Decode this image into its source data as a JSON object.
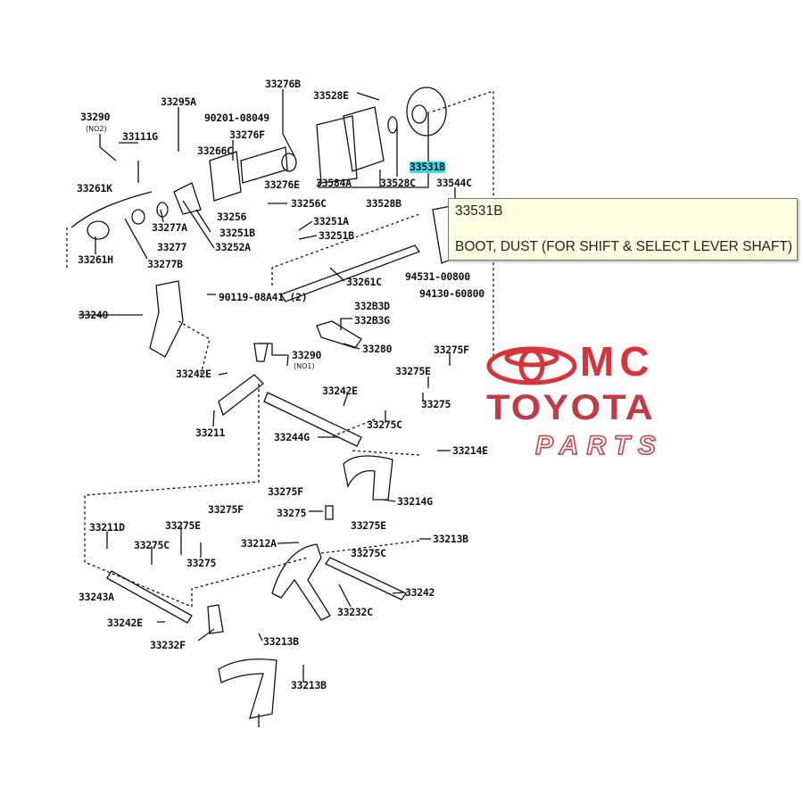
{
  "diagram": {
    "labels": [
      "33276B",
      "33528E",
      "33295A",
      "33290",
      "90201-08049",
      "33111G",
      "33276F",
      "33266C",
      "33531B",
      "33276E",
      "33584A",
      "33528C",
      "33544C",
      "33261K",
      "33256C",
      "33528B",
      "33256",
      "33251A",
      "33277A",
      "33251B",
      "33251B",
      "33277",
      "33252A",
      "33261H",
      "33277B",
      "94531-00800",
      "33261C",
      "94130-60800",
      "90119-08A41 (2)",
      "33240",
      "332B3D",
      "332B3G",
      "33280",
      "33290",
      "33275F",
      "33242E",
      "33275E",
      "33242E",
      "33275",
      "33275C",
      "33211",
      "33244G",
      "33214E",
      "33275F",
      "33214G",
      "33275F",
      "33275",
      "33211D",
      "33275E",
      "33275E",
      "33212A",
      "33213B",
      "33275C",
      "33275C",
      "33275",
      "33243A",
      "33242",
      "33232C",
      "33242E",
      "33232F",
      "33213B",
      "33213B"
    ],
    "sublabels": {
      "no2": "(NO2)",
      "no1": "(NO1)"
    },
    "highlighted": "33531B",
    "highlight_color": "#33ddee"
  },
  "tooltip": {
    "part_number": "33531B",
    "description": "BOOT, DUST (FOR SHIFT & SELECT LEVER SHAFT)"
  },
  "logo": {
    "line1": "MC",
    "line2": "TOYOTA",
    "line3": "PARTS",
    "color": "#d8343c"
  }
}
